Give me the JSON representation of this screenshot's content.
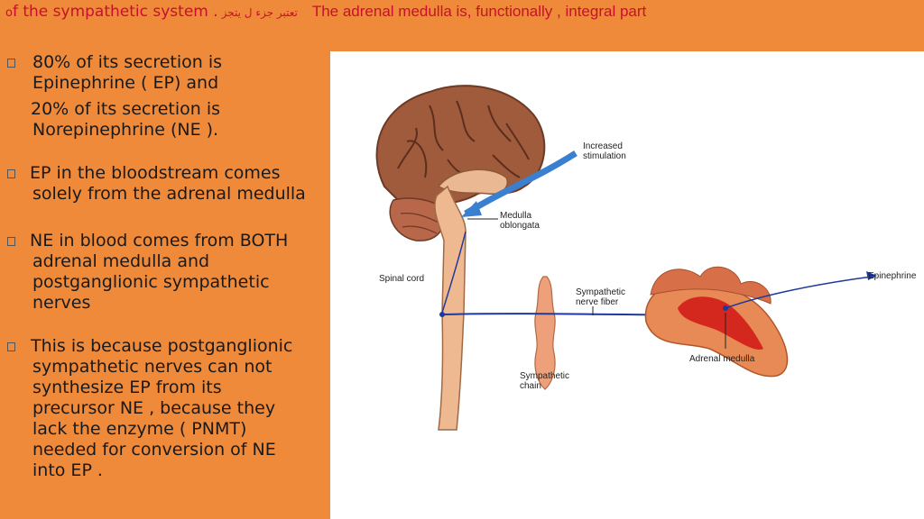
{
  "title": {
    "lead": "o",
    "part1": "f the sympathetic system .",
    "arabic": "تعتبر جزء ل يتجز",
    "glyph": "",
    "part2": "The adrenal medulla is, functionally , integral part"
  },
  "bullets": [
    {
      "has_mark": true,
      "lines": [
        "80%  of its secretion is",
        "Epinephrine ( EP) and"
      ]
    },
    {
      "has_mark": false,
      "lines": [
        "20% of its secretion is",
        "Norepinephrine (NE )."
      ]
    },
    {
      "has_mark": true,
      "lines": [
        "EP in the bloodstream comes",
        "solely from the adrenal medulla"
      ]
    },
    {
      "has_mark": true,
      "lines": [
        "NE  in blood comes from BOTH",
        "adrenal medulla and",
        "postganglionic sympathetic",
        "nerves"
      ]
    },
    {
      "has_mark": true,
      "lines": [
        "This is because postganglionic",
        "sympathetic nerves can not",
        "synthesize EP  from its",
        "precursor NE , because they",
        "lack the enzyme ( PNMT)",
        "needed for conversion of NE",
        "into EP ."
      ]
    }
  ],
  "figure": {
    "labels": {
      "increased_1": "Increased",
      "increased_2": "stimulation",
      "medulla_1": "Medulla",
      "medulla_2": "oblongata",
      "spinal_cord": "Spinal cord",
      "symp_fiber_1": "Sympathetic",
      "symp_fiber_2": "nerve fiber",
      "epinephrine": "Epinephrine",
      "adrenal_medulla": "Adrenal medulla",
      "symp_chain_1": "Sympathetic",
      "symp_chain_2": "chain"
    },
    "colors": {
      "brain": "#a05a3c",
      "cord": "#eeb890",
      "nerve": "#1f3a9a",
      "adrenal_cortex": "#e88a55",
      "adrenal_medulla": "#d4281e",
      "arrow": "#3b7fd0"
    }
  }
}
